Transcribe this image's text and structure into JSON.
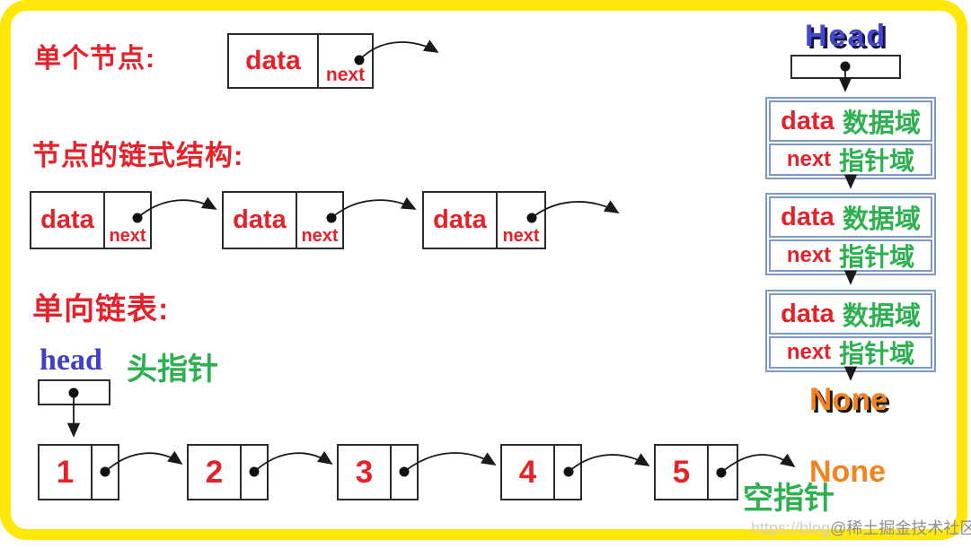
{
  "single_node": {
    "label": "单个节点:",
    "data": "data",
    "next": "next"
  },
  "chain": {
    "label": "节点的链式结构:",
    "nodes": [
      {
        "data": "data",
        "next": "next"
      },
      {
        "data": "data",
        "next": "next"
      },
      {
        "data": "data",
        "next": "next"
      }
    ]
  },
  "list": {
    "label": "单向链表:",
    "head": "head",
    "head_pointer": "头指针",
    "nodes": [
      "1",
      "2",
      "3",
      "4",
      "5"
    ],
    "none": "None",
    "null_pointer": "空指针"
  },
  "right_diagram": {
    "head": "Head",
    "nodes": [
      {
        "data": "data",
        "data_domain": "数据域",
        "next": "next",
        "pointer_domain": "指针域"
      },
      {
        "data": "data",
        "data_domain": "数据域",
        "next": "next",
        "pointer_domain": "指针域"
      },
      {
        "data": "data",
        "data_domain": "数据域",
        "next": "next",
        "pointer_domain": "指针域"
      }
    ],
    "none": "None"
  },
  "watermark": {
    "url": "https://blog",
    "handle": "@稀土掘金技术社区"
  },
  "colors": {
    "accent_red": "#e62129",
    "accent_green": "#2db04f",
    "accent_blue": "#3f3fc9",
    "accent_dark_blue": "#4347c8",
    "accent_orange": "#f5821f",
    "frame_yellow": "#ffe70a",
    "block_border_blue": "#7e9ac4"
  }
}
